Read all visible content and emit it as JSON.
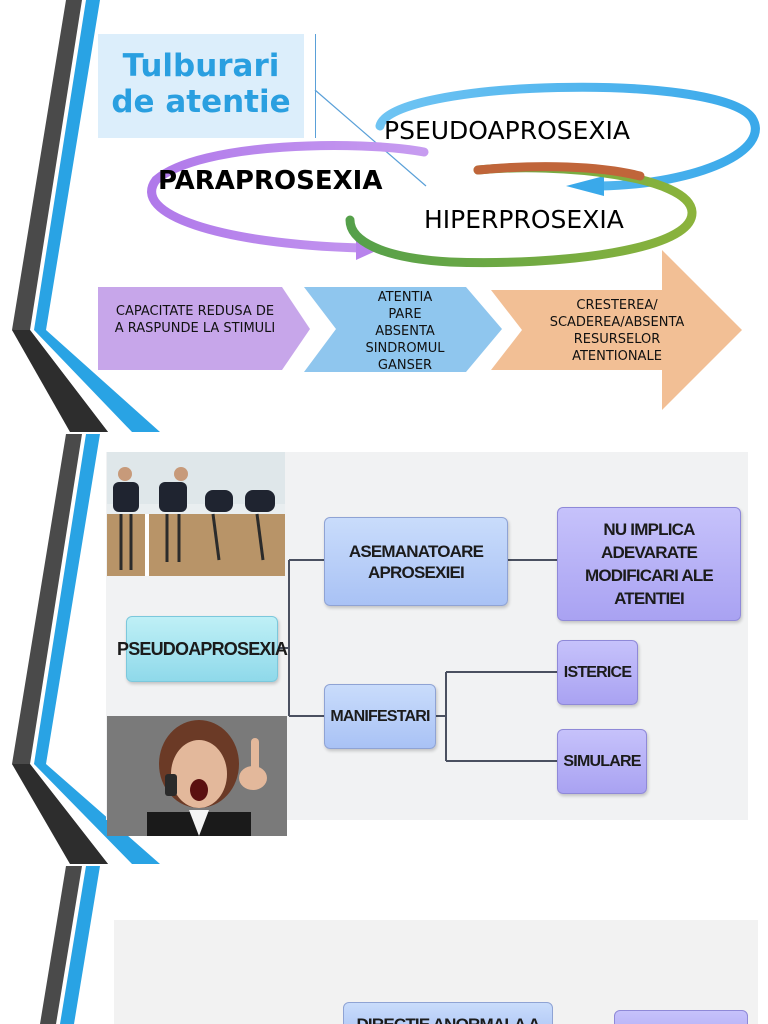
{
  "slide1": {
    "title": "Tulburari\nde atentie",
    "cycle": {
      "pseudo": "PSEUDOAPROSEXIA",
      "para": "PARAPROSEXIA",
      "hiper": "HIPERPROSEXIA"
    },
    "chevrons": [
      {
        "text": "CAPACITATE REDUSA DE\nA RASPUNDE LA STIMULI",
        "color": "#c7a6ea"
      },
      {
        "text": "ATENTIA\nPARE\nABSENTA\nSINDROMUL\nGANSER",
        "color": "#8fc6ee"
      },
      {
        "text": "CRESTEREA/\nSCADEREA/ABSENTA\nRESURSELOR\nATENTIONALE",
        "color": "#f2bf95"
      }
    ]
  },
  "slide2": {
    "root": "PSEUDOAPROSEXIA",
    "branch_a": "ASEMANATOARE\nAPROSEXIEI",
    "branch_a_child": "NU IMPLICA ADEVARATE\nMODIFICARI ALE\nATENTIEI",
    "branch_b": "MANIFESTARI",
    "branch_b_children": [
      "ISTERICE",
      "SIMULARE"
    ],
    "photos": [
      "people-sleeping-at-meeting-photo",
      "angry-woman-on-phone-photo"
    ]
  },
  "slide3": {
    "node_a": "DIRECTIE ANORMALA A"
  },
  "colors": {
    "accent_blue": "#29a3e4",
    "dark_stripe": "#4a4a4a",
    "title_text": "#2a9fe0"
  }
}
